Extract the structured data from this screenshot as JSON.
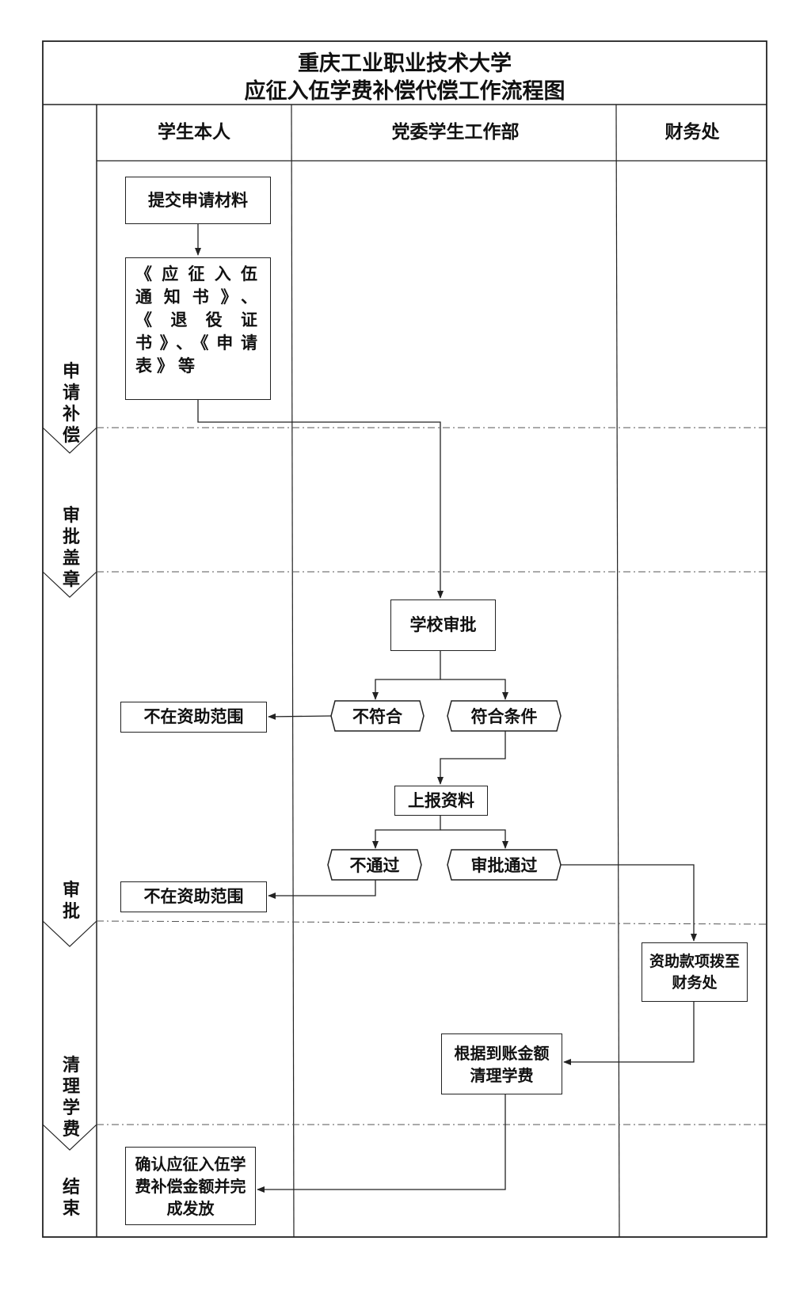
{
  "title": {
    "line1": "重庆工业职业技术大学",
    "line2": "应征入伍学费补偿代偿工作流程图"
  },
  "columns": {
    "student": "学生本人",
    "party_committee": "党委学生工作部",
    "finance": "财务处"
  },
  "stages": [
    {
      "chars": [
        "申",
        "请",
        "补",
        "偿"
      ]
    },
    {
      "chars": [
        "审",
        "批",
        "盖",
        "章"
      ]
    },
    {
      "chars": [
        "审",
        "批"
      ]
    },
    {
      "chars": [
        "清",
        "理",
        "学",
        "费"
      ]
    },
    {
      "chars": [
        "结",
        "束"
      ]
    }
  ],
  "nodes": {
    "submit": "提交申请材料",
    "docs": "《应征入伍通知书》、《退役证书》、《申请表》等",
    "school_approval": "学校审批",
    "not_eligible_1": "不在资助范围",
    "not_match": "不符合",
    "match": "符合条件",
    "report": "上报资料",
    "not_pass": "不通过",
    "approved": "审批通过",
    "not_eligible_2": "不在资助范围",
    "fund_transfer": "资助款项拨至财务处",
    "clear_fees": "根据到账金额清理学费",
    "confirm": "确认应征入伍学费补偿金额并完成发放"
  }
}
